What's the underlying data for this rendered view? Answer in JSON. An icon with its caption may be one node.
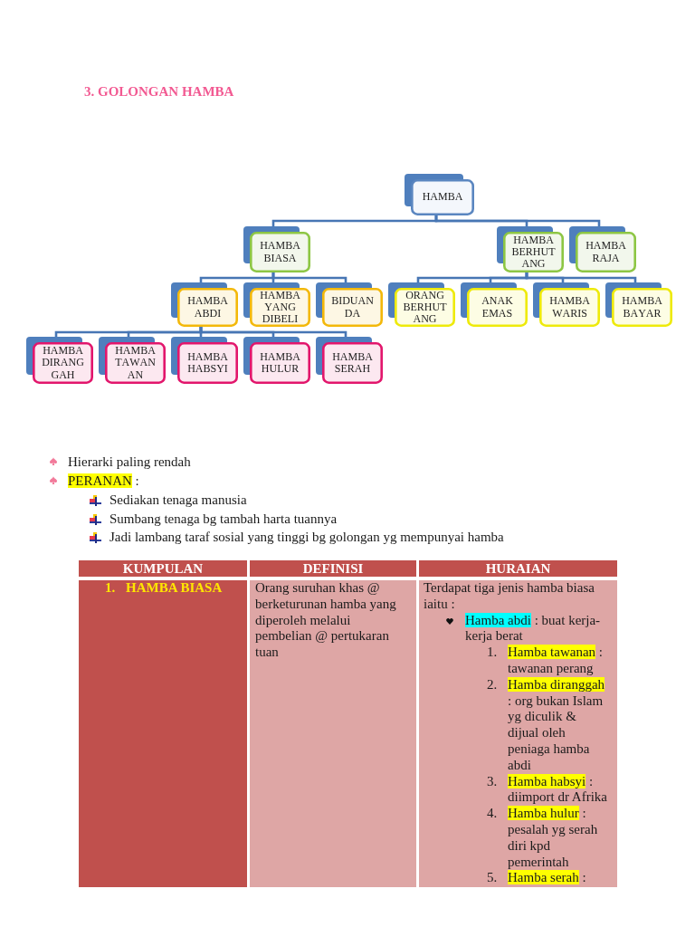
{
  "diagram": {
    "title": "3. GOLONGAN HAMBA",
    "nodes": [
      {
        "text": [
          "HAMBA"
        ]
      },
      {
        "text": [
          "HAMBA BIASA"
        ]
      },
      {
        "text": [
          "HAMBA BERHUTANG"
        ]
      },
      {
        "text": [
          "HAMBA RAJA"
        ]
      },
      {
        "text": [
          "HAMBA ABDI"
        ]
      },
      {
        "text": [
          "HAMBA YANG DIBELI"
        ]
      },
      {
        "text": [
          "BIDUANDA"
        ]
      },
      {
        "text": [
          "ORANG BERHUTANG"
        ]
      },
      {
        "text": [
          "ANAK EMAS"
        ]
      },
      {
        "text": [
          "HAMBA WARIS"
        ]
      },
      {
        "text": [
          "HAMBA BAYAR"
        ]
      },
      {
        "text": [
          "HAMBA DIRANGGAH"
        ]
      },
      {
        "text": [
          "HAMBA TAWANAN"
        ]
      },
      {
        "text": [
          "HAMBA HABSYI"
        ]
      },
      {
        "text": [
          "HAMBA HULUR"
        ]
      },
      {
        "text": [
          "HAMBA SERAH"
        ]
      }
    ],
    "edges": [
      {
        "from": 0,
        "to": 1,
        "arrow": "none"
      },
      {
        "from": 0,
        "to": 2,
        "arrow": "none"
      },
      {
        "from": 0,
        "to": 3,
        "arrow": "none"
      },
      {
        "from": 1,
        "to": 4,
        "arrow": "none"
      },
      {
        "from": 1,
        "to": 5,
        "arrow": "none"
      },
      {
        "from": 1,
        "to": 6,
        "arrow": "none"
      },
      {
        "from": 2,
        "to": 7,
        "arrow": "none"
      },
      {
        "from": 2,
        "to": 8,
        "arrow": "none"
      },
      {
        "from": 2,
        "to": 9,
        "arrow": "none"
      },
      {
        "from": 2,
        "to": 10,
        "arrow": "none"
      },
      {
        "from": 4,
        "to": 11,
        "arrow": "none"
      },
      {
        "from": 4,
        "to": 12,
        "arrow": "none"
      },
      {
        "from": 4,
        "to": 13,
        "arrow": "none"
      },
      {
        "from": 4,
        "to": 14,
        "arrow": "none"
      },
      {
        "from": 4,
        "to": 15,
        "arrow": "none"
      }
    ],
    "labels": [
      "Hierarki paling rendah",
      "PERANAN :",
      "Sediakan tenaga manusia",
      "Sumbang tenaga bg tambah harta tuannya",
      "Jadi lambang taraf sosial yang tinggi bg golongan yg mempunyai hamba",
      "KUMPULAN",
      "DEFINISI",
      "HURAIAN",
      "1.",
      "HAMBA BIASA",
      "Orang suruhan khas @ berketurunan hamba yang diperoleh melalui pembelian @ pertukaran tuan",
      "Terdapat tiga jenis hamba biasa iaitu :",
      "Hamba abdi : buat kerja-kerja berat",
      "1.",
      "Hamba tawanan : tawanan perang",
      "2.",
      "Hamba diranggah : org bukan Islam yg diculik & dijual oleh peniaga hamba abdi",
      "3.",
      "Hamba habsyi : diimport dr Afrika",
      "4.",
      "Hamba hulur : pesalah yg serah diri kpd pemerintah",
      "5.",
      "Hamba serah :"
    ]
  }
}
